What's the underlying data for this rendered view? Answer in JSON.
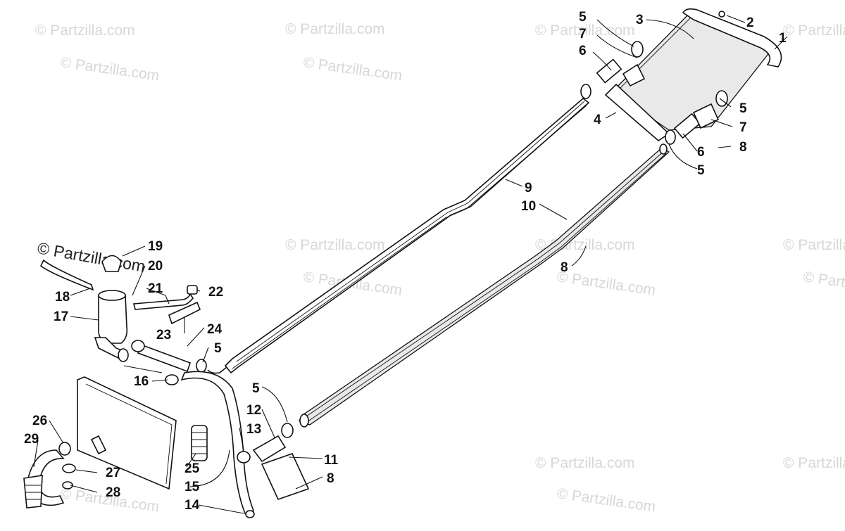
{
  "watermark": {
    "text": "© Partzilla.com",
    "color": "#d7d7d7"
  },
  "callouts": {
    "c1": "1",
    "c2": "2",
    "c3": "3",
    "c4": "4",
    "c5a": "5",
    "c5b": "5",
    "c5c": "5",
    "c5d": "5",
    "c5e": "5",
    "c6a": "6",
    "c6b": "6",
    "c7a": "7",
    "c7b": "7",
    "c8a": "8",
    "c8b": "8",
    "c8c": "8",
    "c9": "9",
    "c10": "10",
    "c11": "11",
    "c12": "12",
    "c13": "13",
    "c14": "14",
    "c15": "15",
    "c16": "16",
    "c17": "17",
    "c18": "18",
    "c19": "19",
    "c20": "20",
    "c21": "21",
    "c22": "22",
    "c23": "23",
    "c24": "24",
    "c25": "25",
    "c26": "26",
    "c27": "27",
    "c28": "28",
    "c29": "29"
  }
}
